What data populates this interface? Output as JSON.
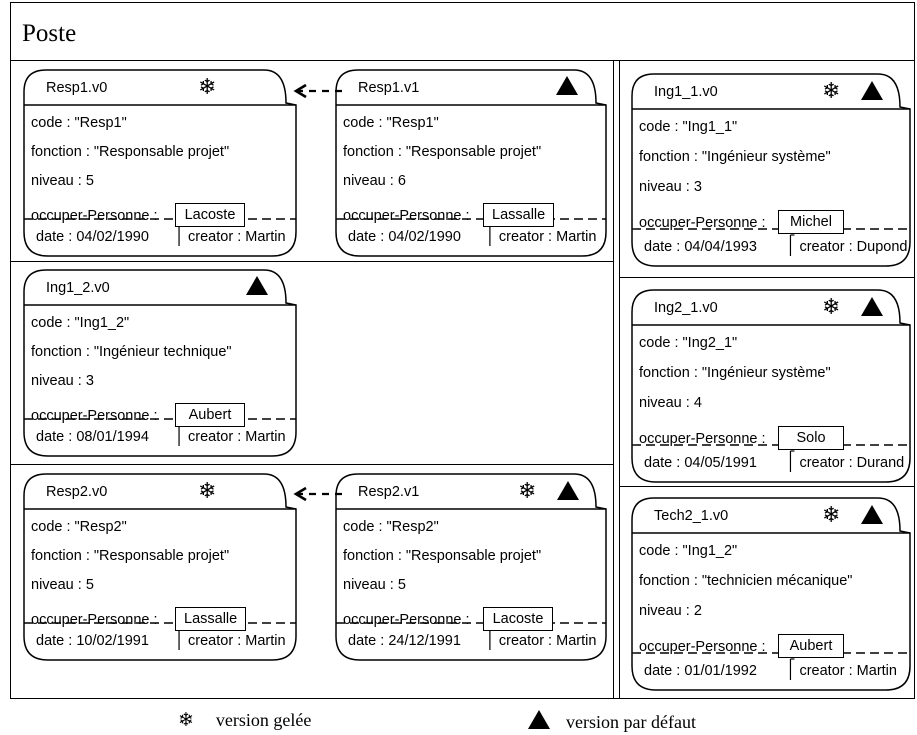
{
  "title": "Poste",
  "labels": {
    "code": "code : ",
    "fonction": "fonction : ",
    "niveau": "niveau : ",
    "occuper": "occuper-Personne :",
    "date": "date : ",
    "creator": "creator : "
  },
  "versions": [
    {
      "id": "resp1-v0",
      "name": "Resp1.v0",
      "frozen": true,
      "default": false,
      "code": "\"Resp1\"",
      "fonction": "\"Responsable projet\"",
      "niveau": "5",
      "personne": "Lacoste",
      "date": "04/02/1990",
      "creator": "Martin"
    },
    {
      "id": "resp1-v1",
      "name": "Resp1.v1",
      "frozen": false,
      "default": true,
      "code": "\"Resp1\"",
      "fonction": "\"Responsable projet\"",
      "niveau": "6",
      "personne": "Lassalle",
      "date": "04/02/1990",
      "creator": "Martin"
    },
    {
      "id": "ing1-2-v0",
      "name": "Ing1_2.v0",
      "frozen": false,
      "default": true,
      "code": "\"Ing1_2\"",
      "fonction": "\"Ingénieur technique\"",
      "niveau": "3",
      "personne": "Aubert",
      "date": "08/01/1994",
      "creator": "Martin"
    },
    {
      "id": "resp2-v0",
      "name": "Resp2.v0",
      "frozen": true,
      "default": false,
      "code": "\"Resp2\"",
      "fonction": "\"Responsable projet\"",
      "niveau": "5",
      "personne": "Lassalle",
      "date": "10/02/1991",
      "creator": "Martin"
    },
    {
      "id": "resp2-v1",
      "name": "Resp2.v1",
      "frozen": true,
      "default": true,
      "code": "\"Resp2\"",
      "fonction": "\"Responsable projet\"",
      "niveau": "5",
      "personne": "Lacoste",
      "date": "24/12/1991",
      "creator": "Martin"
    },
    {
      "id": "ing1-1-v0",
      "name": "Ing1_1.v0",
      "frozen": true,
      "default": true,
      "code": "\"Ing1_1\"",
      "fonction": "\"Ingénieur système\"",
      "niveau": "3",
      "personne": "Michel",
      "date": "04/04/1993",
      "creator": "Dupond"
    },
    {
      "id": "ing2-1-v0",
      "name": "Ing2_1.v0",
      "frozen": true,
      "default": true,
      "code": "\"Ing2_1\"",
      "fonction": "\"Ingénieur système\"",
      "niveau": "4",
      "personne": "Solo",
      "date": "04/05/1991",
      "creator": "Durand"
    },
    {
      "id": "tech2-1-v0",
      "name": "Tech2_1.v0",
      "frozen": true,
      "default": true,
      "code": "\"Ing1_2\"",
      "fonction": "\"technicien mécanique\"",
      "niveau": "2",
      "personne": "Aubert",
      "date": "01/01/1992",
      "creator": "Martin"
    }
  ],
  "derivations": [
    {
      "from": "Resp1.v1",
      "to": "Resp1.v0"
    },
    {
      "from": "Resp2.v1",
      "to": "Resp2.v0"
    }
  ],
  "legend": {
    "frozen": {
      "icon": "snowflake-icon",
      "label": "version gelée"
    },
    "default": {
      "icon": "triangle-icon",
      "label": "version par défaut"
    }
  }
}
